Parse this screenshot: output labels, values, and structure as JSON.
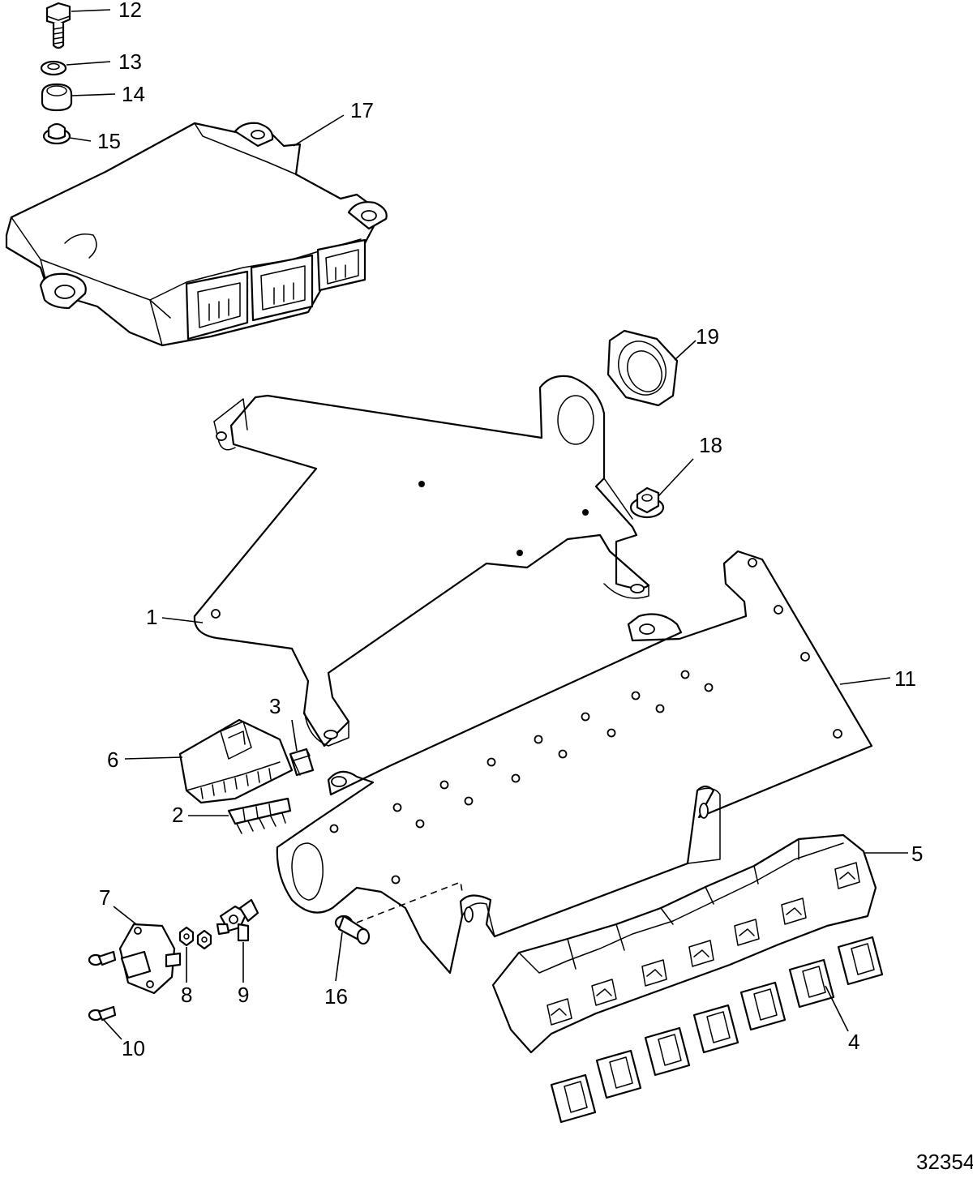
{
  "figure_number": "32354",
  "callouts": [
    {
      "id": "c1",
      "text": "1"
    },
    {
      "id": "c2",
      "text": "2"
    },
    {
      "id": "c3",
      "text": "3"
    },
    {
      "id": "c4",
      "text": "4"
    },
    {
      "id": "c5",
      "text": "5"
    },
    {
      "id": "c6",
      "text": "6"
    },
    {
      "id": "c7",
      "text": "7"
    },
    {
      "id": "c8",
      "text": "8"
    },
    {
      "id": "c9",
      "text": "9"
    },
    {
      "id": "c10",
      "text": "10"
    },
    {
      "id": "c11",
      "text": "11"
    },
    {
      "id": "c12",
      "text": "12"
    },
    {
      "id": "c13",
      "text": "13"
    },
    {
      "id": "c14",
      "text": "14"
    },
    {
      "id": "c15",
      "text": "15"
    },
    {
      "id": "c16",
      "text": "16"
    },
    {
      "id": "c17",
      "text": "17"
    },
    {
      "id": "c18",
      "text": "18"
    },
    {
      "id": "c19",
      "text": "19"
    }
  ]
}
